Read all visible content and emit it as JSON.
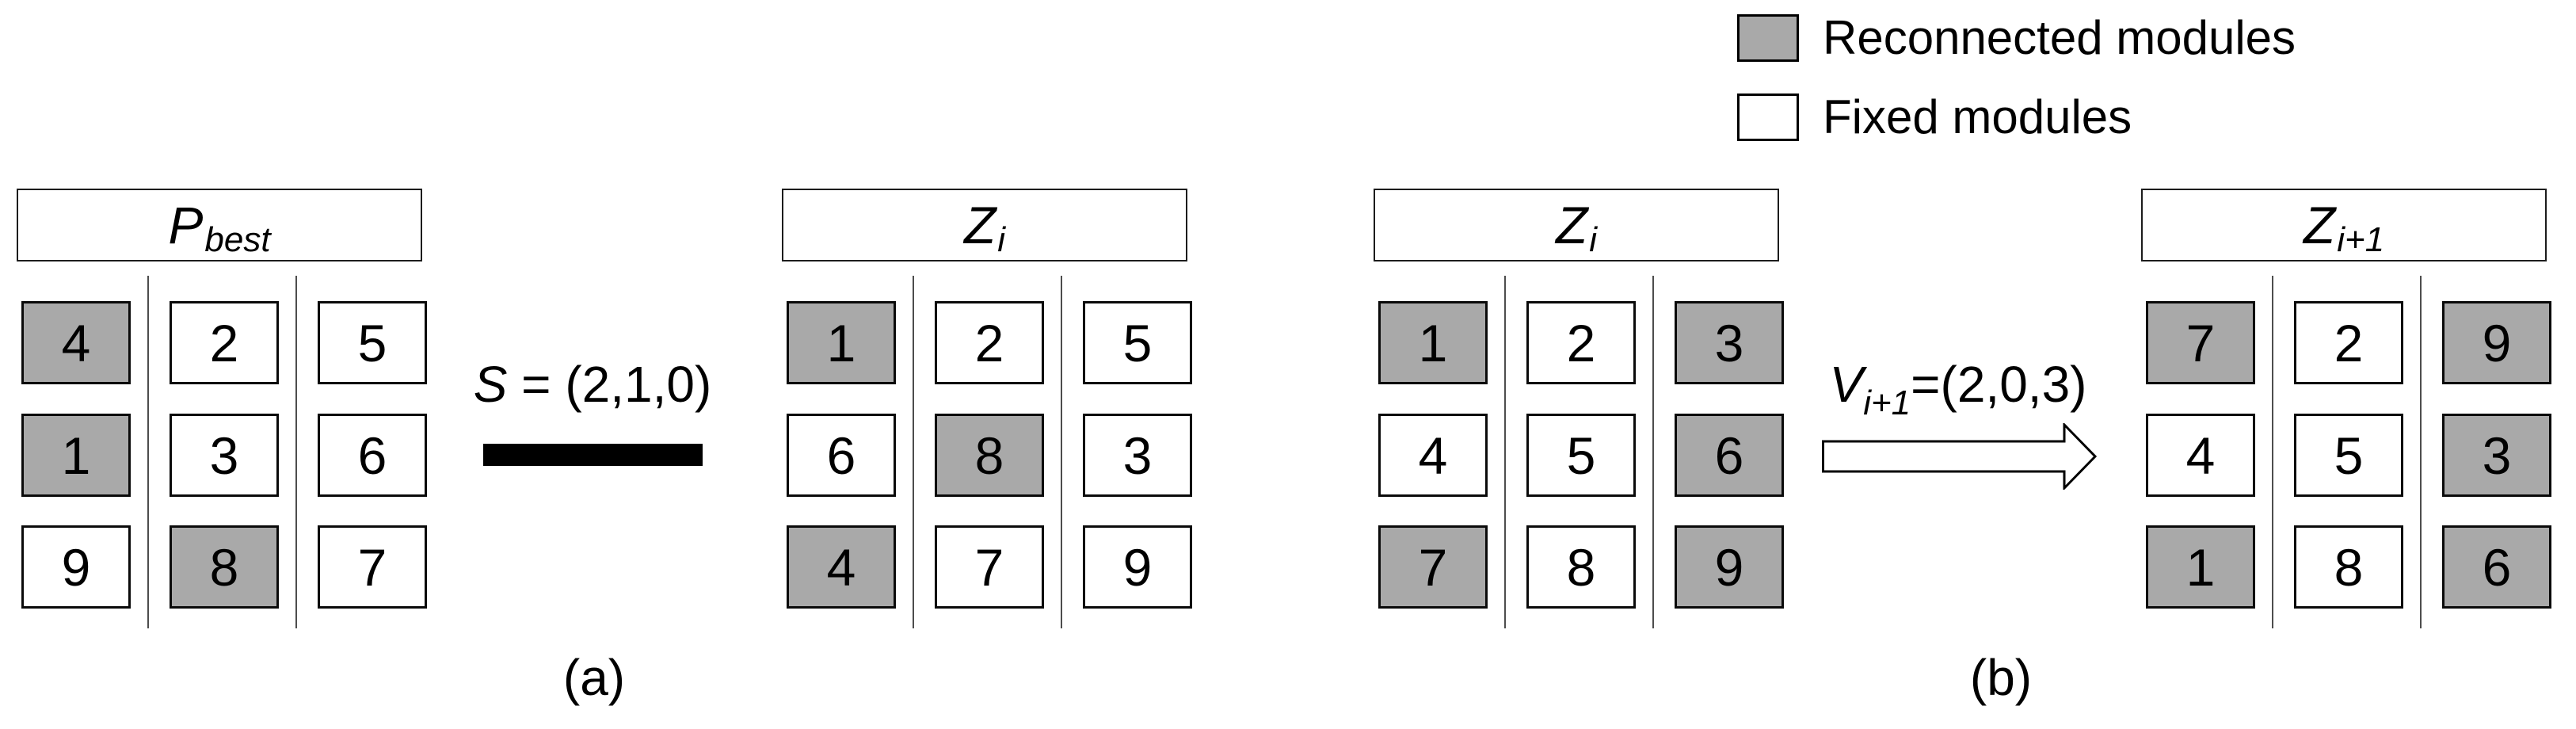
{
  "legend": {
    "items": [
      {
        "type": "reconnected",
        "label": "Reconnected modules"
      },
      {
        "type": "fixed",
        "label": "Fixed modules"
      }
    ]
  },
  "colors": {
    "reconnected_fill": "#a9a9a9",
    "fixed_fill": "#ffffff",
    "cell_border": "#0a0a0a",
    "separator_line": "#4d4d4d",
    "bar_fill": "#000000"
  },
  "connectors": {
    "a": {
      "base": "S",
      "sub": "",
      "rest": " = (2,1,0)",
      "shape": "black-bar"
    },
    "b": {
      "base": "V",
      "sub": "i+1",
      "rest": "=(2,0,3)",
      "shape": "hollow-right-arrow"
    }
  },
  "figure": {
    "captions": {
      "a": "(a)",
      "b": "(b)"
    }
  },
  "grids": [
    {
      "id": "p-best",
      "panel": "a",
      "title": {
        "base": "P",
        "sub": "best"
      },
      "rows": [
        [
          {
            "v": "4",
            "reconnected": true
          },
          {
            "v": "2",
            "reconnected": false
          },
          {
            "v": "5",
            "reconnected": false
          }
        ],
        [
          {
            "v": "1",
            "reconnected": true
          },
          {
            "v": "3",
            "reconnected": false
          },
          {
            "v": "6",
            "reconnected": false
          }
        ],
        [
          {
            "v": "9",
            "reconnected": false
          },
          {
            "v": "8",
            "reconnected": true
          },
          {
            "v": "7",
            "reconnected": false
          }
        ]
      ]
    },
    {
      "id": "z-i-a",
      "panel": "a",
      "title": {
        "base": "Z",
        "sub": "i"
      },
      "rows": [
        [
          {
            "v": "1",
            "reconnected": true
          },
          {
            "v": "2",
            "reconnected": false
          },
          {
            "v": "5",
            "reconnected": false
          }
        ],
        [
          {
            "v": "6",
            "reconnected": false
          },
          {
            "v": "8",
            "reconnected": true
          },
          {
            "v": "3",
            "reconnected": false
          }
        ],
        [
          {
            "v": "4",
            "reconnected": true
          },
          {
            "v": "7",
            "reconnected": false
          },
          {
            "v": "9",
            "reconnected": false
          }
        ]
      ]
    },
    {
      "id": "z-i-b",
      "panel": "b",
      "title": {
        "base": "Z",
        "sub": "i"
      },
      "rows": [
        [
          {
            "v": "1",
            "reconnected": true
          },
          {
            "v": "2",
            "reconnected": false
          },
          {
            "v": "3",
            "reconnected": true
          }
        ],
        [
          {
            "v": "4",
            "reconnected": false
          },
          {
            "v": "5",
            "reconnected": false
          },
          {
            "v": "6",
            "reconnected": true
          }
        ],
        [
          {
            "v": "7",
            "reconnected": true
          },
          {
            "v": "8",
            "reconnected": false
          },
          {
            "v": "9",
            "reconnected": true
          }
        ]
      ]
    },
    {
      "id": "z-i-plus-1",
      "panel": "b",
      "title": {
        "base": "Z",
        "sub": "i+1"
      },
      "rows": [
        [
          {
            "v": "7",
            "reconnected": true
          },
          {
            "v": "2",
            "reconnected": false
          },
          {
            "v": "9",
            "reconnected": true
          }
        ],
        [
          {
            "v": "4",
            "reconnected": false
          },
          {
            "v": "5",
            "reconnected": false
          },
          {
            "v": "3",
            "reconnected": true
          }
        ],
        [
          {
            "v": "1",
            "reconnected": true
          },
          {
            "v": "8",
            "reconnected": false
          },
          {
            "v": "6",
            "reconnected": true
          }
        ]
      ]
    }
  ]
}
